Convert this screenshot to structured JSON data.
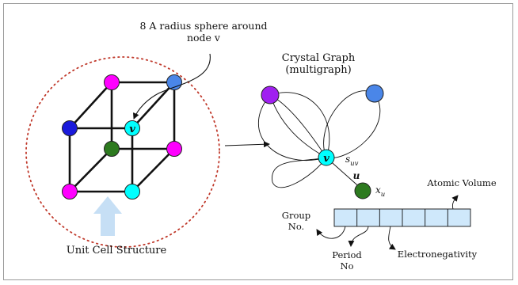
{
  "labels": {
    "sphere_line1": "8 A radius sphere around",
    "sphere_line2": "node v",
    "crystal_line1": "Crystal Graph",
    "crystal_line2": "(multigraph)",
    "unit_cell": "Unit Cell Structure",
    "node_v_cube": "v",
    "node_v_graph": "v",
    "node_u": "u",
    "s_main": "s",
    "s_sub": "uv",
    "x_main": "x",
    "x_sub": "u",
    "atomic_volume": "Atomic Volume",
    "group_line1": "Group",
    "group_line2": "No.",
    "period_line1": "Period",
    "period_line2": "No",
    "electronegativity": "Electronegativity"
  },
  "colors": {
    "magenta": "#ff00ff",
    "blue": "#1a1adb",
    "steel_blue": "#4a86e8",
    "cyan": "#00ffff",
    "dark_green": "#2d7a1f",
    "purple": "#a020f0",
    "dotted_circle": "#c0392b",
    "feature_box": "#cfe8fb",
    "up_arrow": "#c6dff5"
  },
  "feature_vector": {
    "cells": 6
  }
}
